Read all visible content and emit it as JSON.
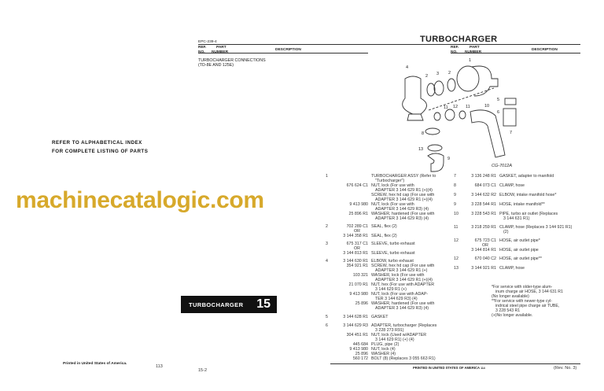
{
  "left_page": {
    "index_line1": "REFER TO ALPHABETICAL INDEX",
    "index_line2": "FOR COMPLETE LISTING OF PARTS",
    "tab_label": "TURBOCHARGER",
    "tab_number": "15",
    "printed": "Printed in United States of America.",
    "page_number": "113"
  },
  "header": {
    "doc_code": "EPC-239-4",
    "title": "TURBOCHARGER",
    "col_ref": "REF.\nNO.",
    "col_ref_a": "REF.",
    "col_ref_b": "NO.",
    "col_part_a": "PART",
    "col_part_b": "NUMBER",
    "col_desc": "DESCRIPTION"
  },
  "section": {
    "title1": "TURBOCHARGER CONNECTIONS",
    "title2": "(TD-8E AND 125E)"
  },
  "diagram": {
    "labels": [
      "1",
      "2",
      "3",
      "2",
      "4",
      "5",
      "6",
      "7",
      "8",
      "9",
      "10",
      "11",
      "12",
      "11",
      "13"
    ],
    "figure_code": "CG-7012A"
  },
  "watermark": "machinecatalogic.com",
  "left_list": [
    {
      "gap": 0,
      "rows": [
        {
          "ref": "1",
          "pn": "",
          "desc": [
            "TURBOCHARGER ASSY (Refer to",
            "\"Turbocharger\")"
          ]
        },
        {
          "ref": "",
          "pn": "676 624 C1",
          "desc": [
            "NUT, lock (For use with",
            "ADAPTER 3 144 629 R1 (+)(4)"
          ]
        },
        {
          "ref": "",
          "pn": "",
          "desc": [
            "SCREW, hex hd cap (For use with",
            "ADAPTER 3 144 629 R1 (+)(4)"
          ]
        },
        {
          "ref": "",
          "pn": "9 413 980",
          "desc": [
            "NUT, lock (For use with",
            "ADAPTER 3 144 629 R3) (4)"
          ]
        },
        {
          "ref": "",
          "pn": "25 896 R1",
          "desc": [
            "WASHER, hardened (For use with",
            "ADAPTER 3 144 629 R3) (4)"
          ]
        }
      ]
    },
    {
      "gap": 4,
      "rows": [
        {
          "ref": "2",
          "pn": "702 289 C1",
          "desc": [
            "SEAL, flex (2)"
          ]
        },
        {
          "ref": "",
          "pn": "OR",
          "desc": [
            ""
          ]
        },
        {
          "ref": "",
          "pn": "3 144 358 R1",
          "desc": [
            "SEAL, flex (2)"
          ]
        }
      ]
    },
    {
      "gap": 4,
      "rows": [
        {
          "ref": "3",
          "pn": "675 317 C1",
          "desc": [
            "SLEEVE, turbo exhaust"
          ]
        },
        {
          "ref": "",
          "pn": "OR",
          "desc": [
            ""
          ]
        },
        {
          "ref": "",
          "pn": "3 144 813 R1",
          "desc": [
            "SLEEVE, turbo exhaust"
          ]
        }
      ]
    },
    {
      "gap": 4,
      "rows": [
        {
          "ref": "4",
          "pn": "3 144 630 R1",
          "desc": [
            "ELBOW, turbo exhaust"
          ]
        },
        {
          "ref": "",
          "pn": "354 921 R1",
          "desc": [
            "SCREW, hex hd cap (For use with",
            "ADAPTER 3 144 629 R1 (+)"
          ]
        },
        {
          "ref": "",
          "pn": "103 321",
          "desc": [
            "WASHER, lock (For use with",
            "ADAPTER 3 144 629 R1 (+)(4)"
          ]
        },
        {
          "ref": "",
          "pn": "21 070 R1",
          "desc": [
            "NUT, hex (For use with ADAPTER",
            "3 144 629 R1 (+)"
          ]
        },
        {
          "ref": "",
          "pn": "9 413 980",
          "desc": [
            "NUT, lock (For use with ADAP-",
            "TER 3 144 629 R3) (4)"
          ]
        },
        {
          "ref": "",
          "pn": "25 896",
          "desc": [
            "WASHER, hardened (For use with",
            "ADAPTER 3 144 629 R3) (4)"
          ]
        }
      ]
    },
    {
      "gap": 5,
      "rows": [
        {
          "ref": "5",
          "pn": "3 144 628 R1",
          "desc": [
            "GASKET"
          ]
        }
      ]
    },
    {
      "gap": 5,
      "rows": [
        {
          "ref": "6",
          "pn": "3 144 629 R3",
          "desc": [
            "ADAPTER, turbocharger (Replaces",
            "3 228 273 R91)"
          ]
        },
        {
          "ref": "",
          "pn": "304 451 R1",
          "desc": [
            "NUT, lock (Used w/ADAPTER",
            "3 144 629 R1) (+) (4)"
          ]
        },
        {
          "ref": "",
          "pn": "445 684",
          "desc": [
            "PLUG, pipe (2)"
          ]
        },
        {
          "ref": "",
          "pn": "9 413 980",
          "desc": [
            "NUT, lock (4)"
          ]
        },
        {
          "ref": "",
          "pn": "25 896",
          "desc": [
            "WASHER (4)"
          ]
        },
        {
          "ref": "",
          "pn": "560 172",
          "desc": [
            "BOLT (8) (Replaces 3 055 663 R1)"
          ]
        }
      ]
    }
  ],
  "right_list": [
    {
      "gap": 0,
      "rows": [
        {
          "ref": "7",
          "pn": "3 136 248 R1",
          "desc": [
            "GASKET, adapter to manifold"
          ]
        }
      ]
    },
    {
      "gap": 6,
      "rows": [
        {
          "ref": "8",
          "pn": "684 073 C1",
          "desc": [
            "CLAMP, hose"
          ]
        }
      ]
    },
    {
      "gap": 6,
      "rows": [
        {
          "ref": "9",
          "pn": "3 144 632 R2",
          "desc": [
            "ELBOW, intake manifold hose*"
          ]
        }
      ]
    },
    {
      "gap": 6,
      "rows": [
        {
          "ref": "9",
          "pn": "3 228 544 R1",
          "desc": [
            "HOSE, intake manifold**"
          ]
        }
      ]
    },
    {
      "gap": 6,
      "rows": [
        {
          "ref": "10",
          "pn": "3 228 543 R1",
          "desc": [
            "PIPE, turbo air outlet (Replaces",
            "3 144 631 R1)"
          ]
        }
      ]
    },
    {
      "gap": 5,
      "rows": [
        {
          "ref": "11",
          "pn": "3 218 259 R1",
          "desc": [
            "CLAMP, hose (Replaces 3 144 921 R1)",
            "(2)"
          ]
        }
      ]
    },
    {
      "gap": 5,
      "rows": [
        {
          "ref": "12",
          "pn": "675 723 C1",
          "desc": [
            "HOSE, air outlet pipe*"
          ]
        },
        {
          "ref": "",
          "pn": "OR",
          "desc": [
            ""
          ]
        },
        {
          "ref": "",
          "pn": "3 144 814 R1",
          "desc": [
            "HOSE, air outlet pipe"
          ]
        }
      ]
    },
    {
      "gap": 5,
      "rows": [
        {
          "ref": "12",
          "pn": "670 040 C2",
          "desc": [
            "HOSE, air outlet pipe**"
          ]
        }
      ]
    },
    {
      "gap": 6,
      "rows": [
        {
          "ref": "13",
          "pn": "3 144 921 R1",
          "desc": [
            "CLAMP, hose"
          ]
        }
      ]
    }
  ],
  "notes": [
    "*For service with older-type alum-",
    "inum charge air HOSE, 3 144 631 R1",
    "(No longer available)",
    "**For service with newer-type cyl-",
    "indrical steel pipe charge air TUBE,",
    "3 228 543 R1",
    "(+)No longer available."
  ],
  "footer": {
    "page": "15-2",
    "printed": "PRINTED IN UNITED STATES OF AMERICA",
    "page_number": "114",
    "revision": "(Rev. No. 3)"
  }
}
